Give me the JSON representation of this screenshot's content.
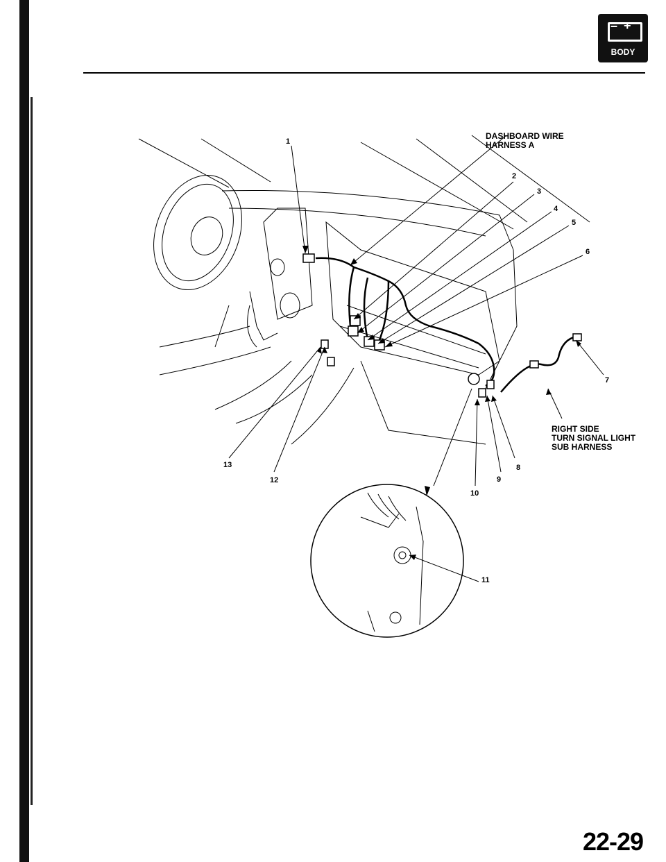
{
  "badge": {
    "minus": "–",
    "plus": "+",
    "text": "BODY"
  },
  "labels": {
    "dashboard": "DASHBOARD WIRE\nHARNESS A",
    "turn_signal": "RIGHT SIDE\nTURN SIGNAL LIGHT\nSUB HARNESS"
  },
  "callouts": [
    "1",
    "2",
    "3",
    "4",
    "5",
    "6",
    "7",
    "8",
    "9",
    "10",
    "11",
    "12",
    "13"
  ],
  "page_number": "22-29"
}
